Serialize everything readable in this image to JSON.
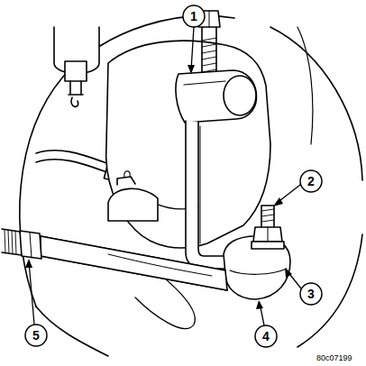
{
  "diagram": {
    "labels": [
      "1",
      "2",
      "3",
      "4",
      "5",
      "80c07199"
    ]
  }
}
